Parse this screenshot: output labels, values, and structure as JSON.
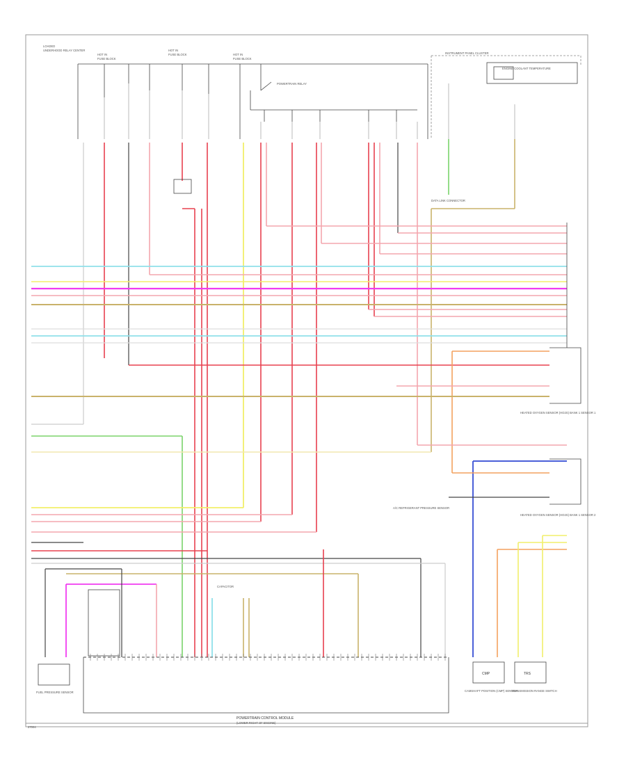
{
  "colors": {
    "red": "#e8404f",
    "pink": "#f4a6ae",
    "yellow": "#f2ef6a",
    "cyan": "#8fe0ea",
    "magenta": "#f03cf0",
    "tan": "#c9b26a",
    "green": "#7ad36a",
    "orange": "#f3a15e",
    "blue": "#4a5fd8",
    "black": "#444444",
    "gray": "#aaaaaa"
  },
  "labels": {
    "top_hot_1": "HOT IN",
    "top_hot_2": "HOT IN",
    "top_hot_3": "HOT IN",
    "fuse_block_1": "FUSE BLOCK",
    "fuse_block_2": "FUSE BLOCK",
    "fuse_block_3": "FUSE BLOCK",
    "underhood_relay": "UNDERHOOD RELAY CENTER",
    "powertrain_relay": "POWERTRAIN RELAY",
    "instrument_panel_cluster": "INSTRUMENT PANEL CLUSTER",
    "engine_coolant_gauge": "ENGINE COOLANT TEMPERATURE",
    "data_link_connector": "DATA LINK CONNECTOR",
    "loaded_label": "LOADED",
    "heated_o2_1": "HEATED OXYGEN SENSOR (HO2S) BANK 1 SENSOR 1",
    "heated_o2_2": "HEATED OXYGEN SENSOR (HO2S) BANK 1 SENSOR 2",
    "ac_pressure": "A/C REFRIGERANT PRESSURE SENSOR",
    "fuel_pressure_sensor": "FUEL PRESSURE SENSOR",
    "pcm_label": "POWERTRAIN CONTROL MODULE",
    "ecm_label": "(LOWER RIGHT OF ENGINE)",
    "camshaft_label": "CAMSHAFT POSITION (CMP) SENSOR",
    "trans_range_label": "TRANSMISSION RANGE SWITCH",
    "left_box": "CMP",
    "right_box": "TRS",
    "cap_label": "CAPACITOR",
    "footer_ref": "27004"
  }
}
